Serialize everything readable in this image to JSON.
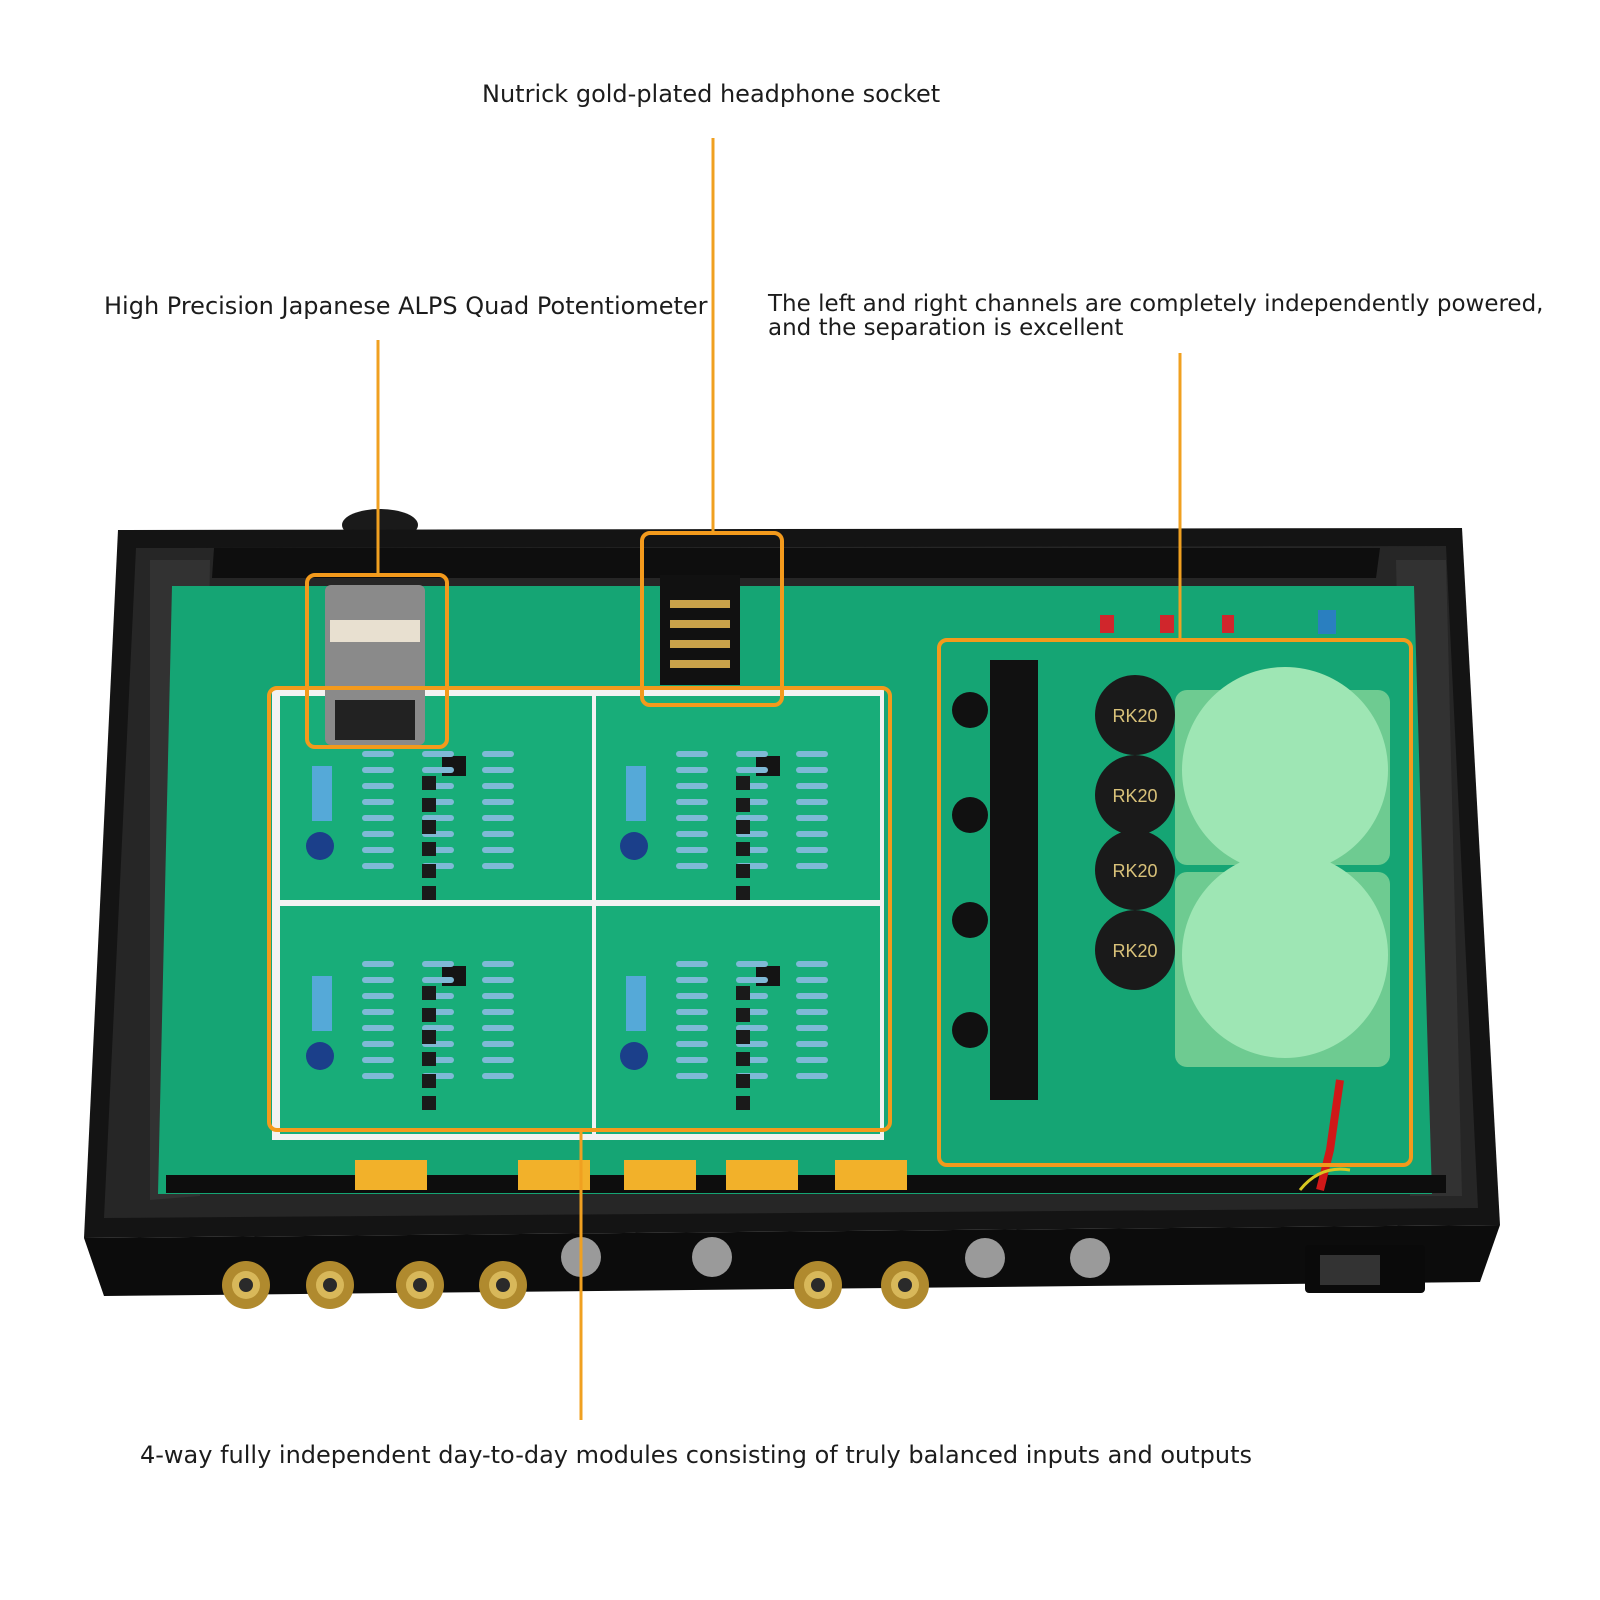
{
  "callouts": {
    "headphone_socket": "Nutrick gold-plated headphone socket",
    "potentiometer": "High Precision Japanese ALPS Quad Potentiometer",
    "power_line1": "The left and right channels are completely independently powered,",
    "power_line2": "and the separation is excellent",
    "modules": "4-way fully independent day-to-day modules consisting of truly balanced inputs and outputs"
  },
  "capacitor_marking": "RK20",
  "colors": {
    "callout_line": "#f0a020",
    "highlight_box": "#f39a1c",
    "pcb": "#15a574",
    "chassis": "#141414",
    "transformer": "#9ee6b4"
  }
}
